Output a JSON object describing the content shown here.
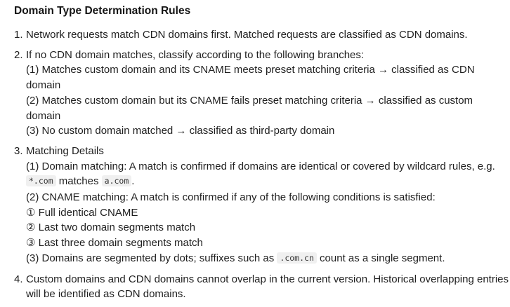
{
  "title": "Domain Type Determination Rules",
  "rules": [
    {
      "num": "1.",
      "text": "Network requests match CDN domains first. Matched requests are classified as CDN domains."
    },
    {
      "num": "2.",
      "text": "If no CDN domain matches, classify according to the following branches:",
      "branches": [
        "(1) Matches custom domain and its CNAME meets preset matching criteria → classified as CDN domain",
        "(2) Matches custom domain but its CNAME fails preset matching criteria → classified as custom domain",
        "(3) No custom domain matched → classified as third-party domain"
      ]
    },
    {
      "num": "3.",
      "text": "Matching Details",
      "domain_matching": {
        "prefix": "(1) Domain matching: A match is confirmed if domains are identical or covered by wildcard rules, e.g. ",
        "code1": "*.com",
        "mid": " matches ",
        "code2": "a.com",
        "suffix": "."
      },
      "cname_intro": "(2) CNAME matching: A match is confirmed if any of the following conditions is satisfied:",
      "cname_conditions": [
        "① Full identical CNAME",
        "② Last two domain segments match",
        "③ Last three domain segments match"
      ],
      "segment_rule": {
        "prefix": "(3) Domains are segmented by dots; suffixes such as ",
        "code": ".com.cn",
        "suffix": " count as a single segment."
      }
    },
    {
      "num": "4.",
      "text": "Custom domains and CDN domains cannot overlap in the current version. Historical overlapping entries will be identified as CDN domains."
    }
  ]
}
